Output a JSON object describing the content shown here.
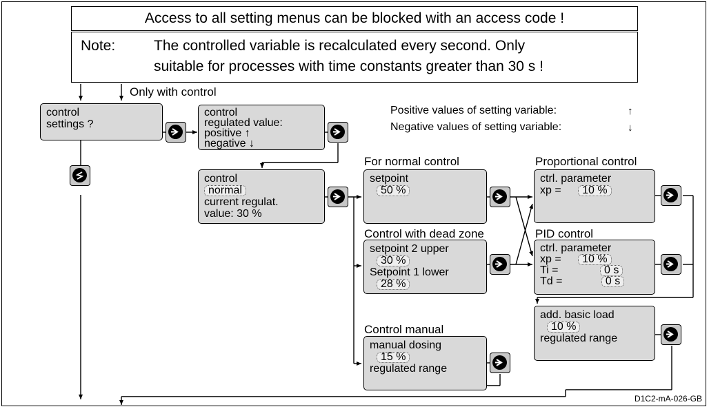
{
  "banner1": "Access to all setting menus can be blocked with an access code !",
  "banner2": {
    "label": "Note:",
    "line1": "The controlled variable is recalculated every second. Only",
    "line2": "suitable for processes with time constants greater than 30 s !"
  },
  "only_with_control": "Only with control",
  "legend": {
    "positive": "Positive values of setting variable:",
    "negative": "Negative values of setting variable:",
    "up_glyph": "↑",
    "down_glyph": "↓"
  },
  "box_control_settings": {
    "l1": "control",
    "l2": "settings ?"
  },
  "box_regulated": {
    "l1": "control",
    "l2": "regulated value:",
    "l3": "positive",
    "l4": "negative",
    "up": "↑",
    "down": "↓"
  },
  "box_control_normal": {
    "l1": "control",
    "l2": "normal",
    "l3": "current regulat.",
    "l4": "value:     30 %"
  },
  "headings": {
    "normal": "For normal control",
    "dead_zone": "Control with dead zone",
    "manual": "Control manual",
    "proportional": "Proportional control",
    "pid": "PID control"
  },
  "box_setpoint": {
    "l1": "setpoint",
    "l2": "50 %"
  },
  "box_dead_zone": {
    "l1": "setpoint 2 upper",
    "l2": "30 %",
    "l3": "Setpoint 1 lower",
    "l4": "28 %"
  },
  "box_manual": {
    "l1": "manual dosing",
    "l2": "15 %",
    "l3": "regulated range"
  },
  "box_proportional": {
    "l1": "ctrl. parameter",
    "l2": "xp =",
    "l3": "10 %"
  },
  "box_pid": {
    "l1": "ctrl. parameter",
    "xp": "xp =",
    "xp_val": "10 %",
    "ti": "Ti =",
    "ti_val": "0 s",
    "td": "Td =",
    "td_val": "0 s"
  },
  "box_basic_load": {
    "l1": "add. basic load",
    "l2": "10 %",
    "l3": "regulated range"
  },
  "figure_code": "D1C2-mA-026-GB",
  "colors": {
    "box_fill": "#d9d9d9",
    "button_fill": "#c8c8c8",
    "line": "#000000"
  }
}
